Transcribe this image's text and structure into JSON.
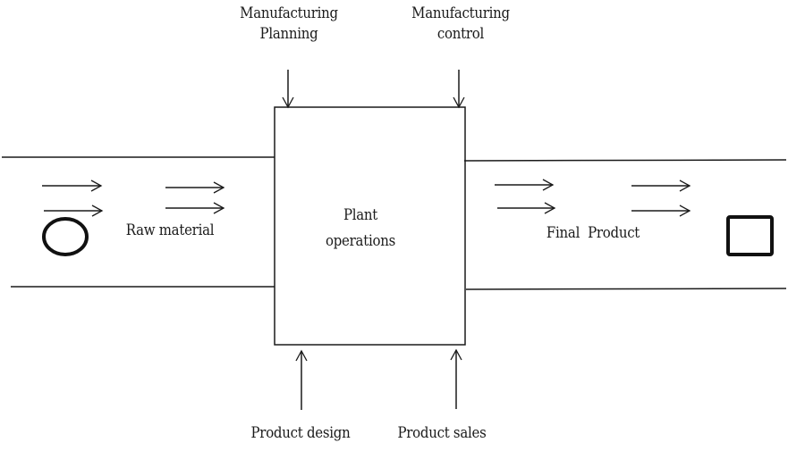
{
  "diagram": {
    "central_process": {
      "line1": "Plant",
      "line2": "operations"
    },
    "inputs_top": [
      {
        "line1": "Manufacturing",
        "line2": "Planning"
      },
      {
        "line1": "Manufacturing",
        "line2": "control"
      }
    ],
    "inputs_bottom": [
      {
        "label": "Product design"
      },
      {
        "label": "Product sales"
      }
    ],
    "left_flow": {
      "label": "Raw material",
      "symbol": "circle-icon"
    },
    "right_flow": {
      "label": "Final  Product",
      "symbol": "square-icon"
    },
    "stroke_color": "#1a1a1a"
  }
}
